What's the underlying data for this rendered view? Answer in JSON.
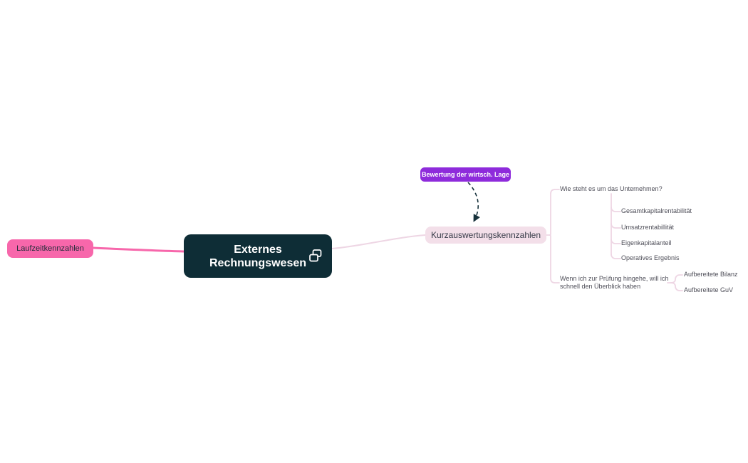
{
  "nodes": {
    "laufzeitkennzahlen": {
      "label": "Laufzeitkennzahlen"
    },
    "central": {
      "title_line1": "Externes",
      "title_line2": "Rechnungswesen",
      "icon": "linked-maps-icon"
    },
    "bewertung": {
      "label": "Bewertung der wirtsch. Lage"
    },
    "kurzauswertung": {
      "label": "Kurzauswertungskennzahlen"
    },
    "wie_steht": {
      "label": "Wie steht es um das Unternehmen?"
    },
    "metrics": [
      {
        "label": "Gesamtkapitalrentabilität"
      },
      {
        "label": "Umsatzrentabillität"
      },
      {
        "label": "Eigenkapitalanteil"
      },
      {
        "label": "Operatives Ergebnis"
      }
    ],
    "wenn_pruefung": {
      "label": "Wenn ich zur Prüfung hingehe, will ich schnell den Überblick haben"
    },
    "aufbereitete": [
      {
        "label": "Aufbereitete Bilanz"
      },
      {
        "label": "Aufbereitete GuV"
      }
    ]
  },
  "colors": {
    "central_bg": "#0e2d36",
    "hot_pink": "#f767ab",
    "light_pink_fill": "#f3dfe9",
    "connector_pink": "#eed6e4",
    "purple": "#8e2bdb",
    "arrow_dark": "#17323c",
    "node_text_dark": "#353a47",
    "leaf_text": "#4e4e58"
  }
}
